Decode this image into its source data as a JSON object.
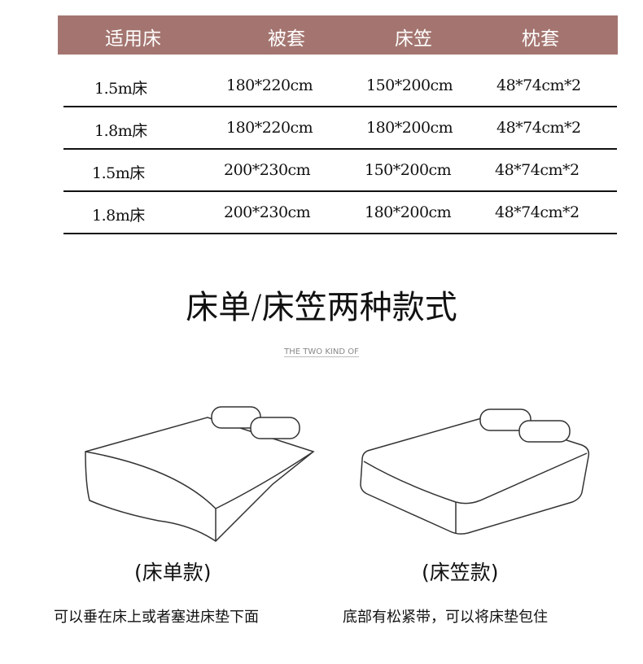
{
  "table": {
    "headers": [
      "适用床",
      "被套",
      "床笠",
      "枕套"
    ],
    "rows": [
      [
        "1.5m床",
        "180*220cm",
        "150*200cm",
        "48*74cm*2"
      ],
      [
        "1.8m床",
        "180*220cm",
        "180*200cm",
        "48*74cm*2"
      ],
      [
        "1.5m床",
        "200*230cm",
        "150*200cm",
        "48*74cm*2"
      ],
      [
        "1.8m床",
        "200*230cm",
        "180*200cm",
        "48*74cm*2"
      ]
    ]
  },
  "section": {
    "title": "床单/床笠两种款式",
    "subtitle": "THE TWO KIND OF"
  },
  "styles": [
    {
      "caption": "(床单款)",
      "description": "可以垂在床上或者塞进床垫下面"
    },
    {
      "caption": "(床笠款)",
      "description": "底部有松紧带，可以将床垫包住"
    }
  ]
}
